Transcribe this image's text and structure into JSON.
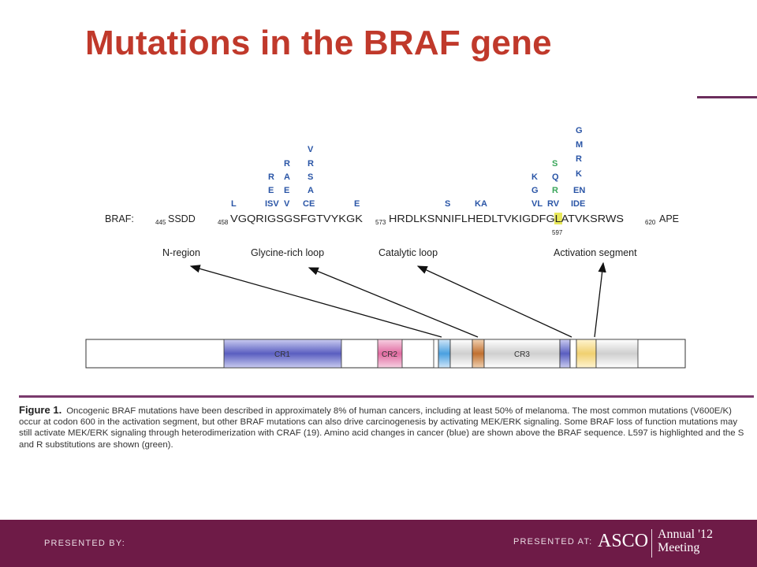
{
  "slide": {
    "title": "Mutations in the BRAF gene"
  },
  "figure": {
    "sequence": {
      "braf_label": "BRAF:",
      "segments": [
        {
          "sub": "445",
          "text": "SSDD"
        },
        {
          "sub": "458",
          "text": "VGQRIGSGSFGTVYKGK"
        },
        {
          "sub": "573",
          "text": "HRDLKSNNIFLHEDLTVKIGDFGLATVKSRWS"
        },
        {
          "sub": "620",
          "text": "APE"
        }
      ],
      "residue_597": "597"
    },
    "mutations": {
      "col_L": [
        "L"
      ],
      "col_ISV": [
        "R",
        "E",
        "ISV"
      ],
      "col_G1": [
        "R",
        "A",
        "E",
        "V"
      ],
      "col_G2": [
        "V",
        "R",
        "S",
        "A",
        "CE"
      ],
      "col_E": [
        "E"
      ],
      "col_S": [
        "S"
      ],
      "col_KA": [
        "KA"
      ],
      "col_KG": [
        "K",
        "G",
        "VL"
      ],
      "col_green1": [
        "S",
        "R"
      ],
      "col_QRV": [
        "Q",
        "RV"
      ],
      "col_top": [
        "G",
        "M",
        "R",
        "K",
        "EN",
        "IDE"
      ]
    },
    "regions": [
      "N-region",
      "Glycine-rich loop",
      "Catalytic loop",
      "Activation segment"
    ],
    "domains": [
      "CR1",
      "CR2",
      "CR3"
    ],
    "colors": {
      "mutation_blue": "#2a55a6",
      "mutation_green": "#3aa65a",
      "highlight_yellow": "#e8e85a",
      "cr1": "#5a5ec0",
      "cr2": "#e06aa0",
      "catalytic": "#4aa0e0",
      "orange": "#c07030",
      "activation": "#f0d070"
    }
  },
  "caption": {
    "label": "Figure 1.",
    "text": "Oncogenic BRAF mutations have been described in approximately 8% of human cancers, including at least 50% of melanoma. The most common mutations (V600E/K) occur at codon 600 in the activation segment, but other BRAF mutations can also drive carcinogenesis by activating MEK/ERK signaling. Some BRAF loss of function mutations may still activate MEK/ERK signaling through heterodimerization with CRAF (19). Amino acid changes in cancer (blue) are shown above the BRAF sequence. L597 is highlighted and the S and R substitutions are shown (green)."
  },
  "footer": {
    "presented_by": "PRESENTED BY:",
    "presented_at": "PRESENTED AT:",
    "asco": "ASCO",
    "annual_line1": "Annual '12",
    "annual_line2": "Meeting"
  }
}
